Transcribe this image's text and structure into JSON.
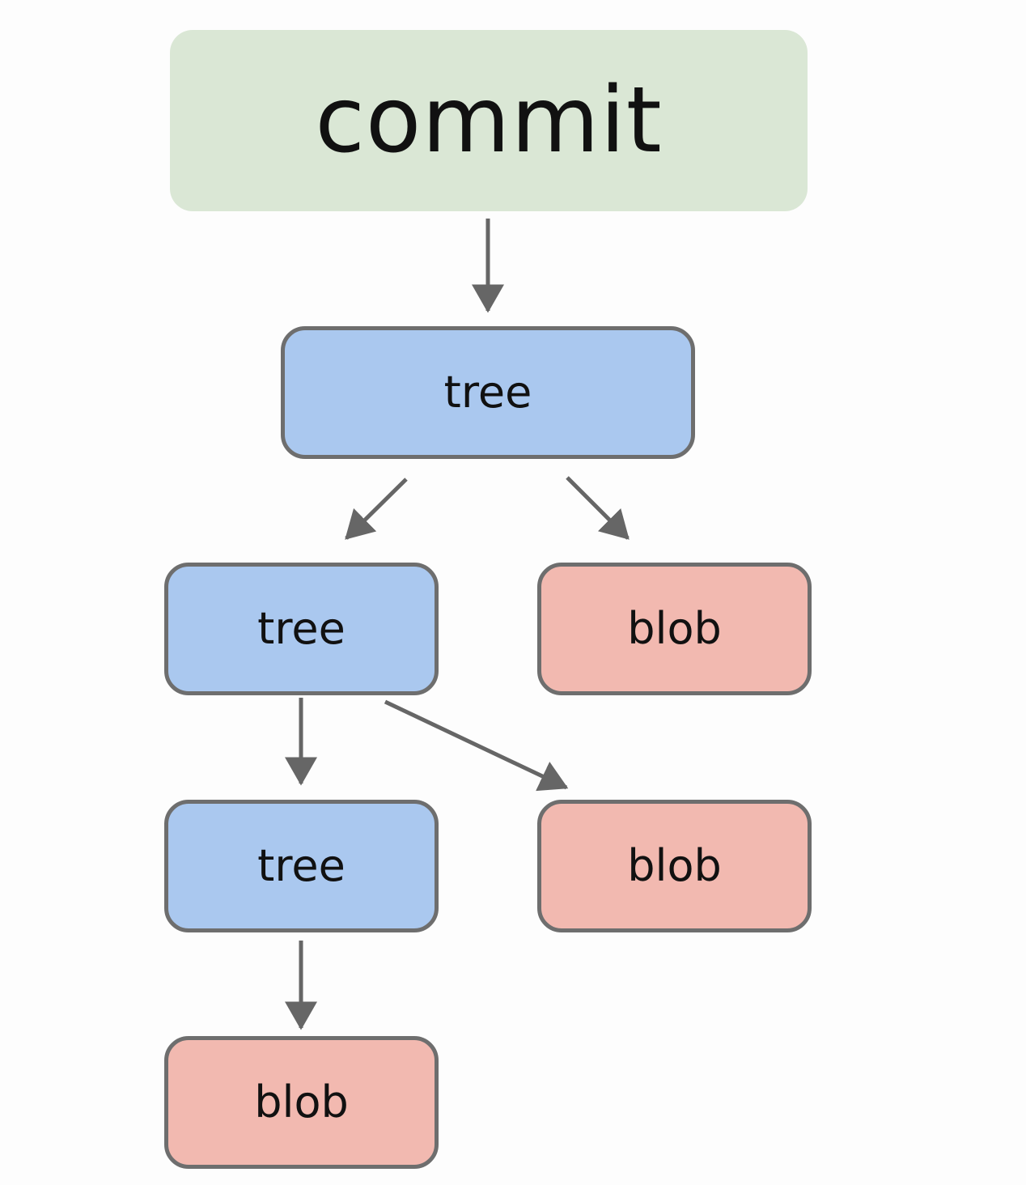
{
  "colors": {
    "commit_fill": "#dae7d5",
    "tree_fill": "#aac8ef",
    "blob_fill": "#f2b9b0",
    "border": "#6e6e6e",
    "arrow": "#666666",
    "text": "#111111"
  },
  "nodes": {
    "commit": {
      "label": "commit"
    },
    "tree_root": {
      "label": "tree"
    },
    "tree_left": {
      "label": "tree"
    },
    "blob_right": {
      "label": "blob"
    },
    "tree_sub": {
      "label": "tree"
    },
    "blob_mid": {
      "label": "blob"
    },
    "blob_bottom": {
      "label": "blob"
    }
  },
  "edges": [
    {
      "from": "commit",
      "to": "tree_root"
    },
    {
      "from": "tree_root",
      "to": "tree_left"
    },
    {
      "from": "tree_root",
      "to": "blob_right"
    },
    {
      "from": "tree_left",
      "to": "tree_sub"
    },
    {
      "from": "tree_left",
      "to": "blob_mid"
    },
    {
      "from": "tree_sub",
      "to": "blob_bottom"
    }
  ]
}
